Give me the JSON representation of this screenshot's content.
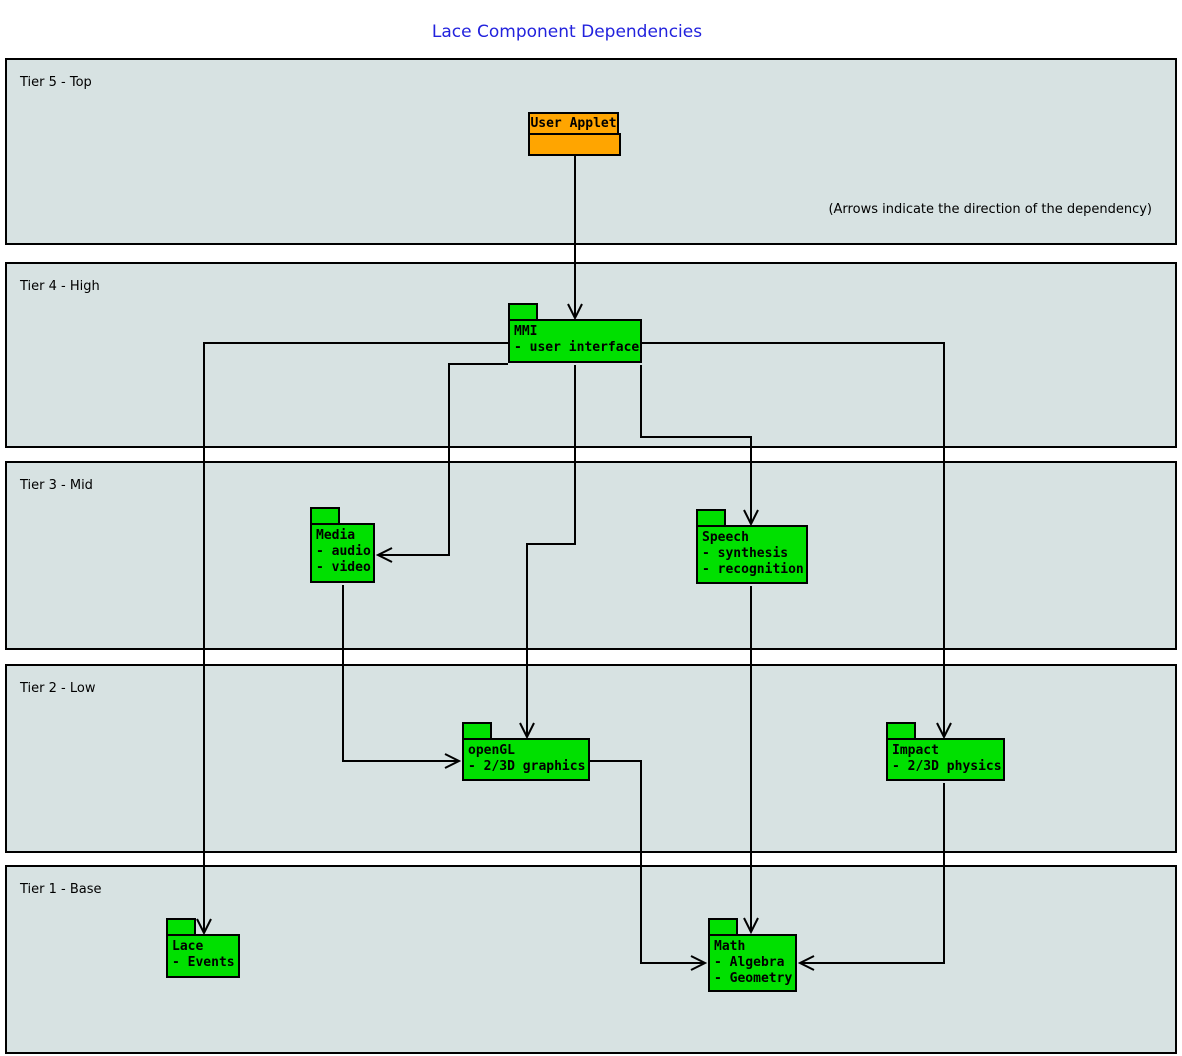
{
  "title": "Lace Component Dependencies",
  "note": "(Arrows indicate the direction of the dependency)",
  "tiers": [
    {
      "label": "Tier 5 - Top"
    },
    {
      "label": "Tier 4 - High"
    },
    {
      "label": "Tier 3 - Mid"
    },
    {
      "label": "Tier 2 - Low"
    },
    {
      "label": "Tier 1 - Base"
    }
  ],
  "components": {
    "user_applet": {
      "name": "User Applet"
    },
    "mmi": {
      "name": "MMI",
      "details": [
        "- user interface"
      ]
    },
    "media": {
      "name": "Media",
      "details": [
        "- audio",
        "- video"
      ]
    },
    "speech": {
      "name": "Speech",
      "details": [
        "- synthesis",
        "- recognition"
      ]
    },
    "opengl": {
      "name": "openGL",
      "details": [
        "- 2/3D graphics"
      ]
    },
    "impact": {
      "name": "Impact",
      "details": [
        "- 2/3D physics"
      ]
    },
    "lace": {
      "name": "Lace",
      "details": [
        "- Events"
      ]
    },
    "math": {
      "name": "Math",
      "details": [
        "- Algebra",
        "- Geometry"
      ]
    }
  },
  "dependencies": [
    {
      "from": "User Applet",
      "to": "MMI"
    },
    {
      "from": "MMI",
      "to": "Lace"
    },
    {
      "from": "MMI",
      "to": "Media"
    },
    {
      "from": "MMI",
      "to": "openGL"
    },
    {
      "from": "MMI",
      "to": "Speech"
    },
    {
      "from": "MMI",
      "to": "Impact"
    },
    {
      "from": "Media",
      "to": "openGL"
    },
    {
      "from": "Speech",
      "to": "Math"
    },
    {
      "from": "openGL",
      "to": "Math"
    },
    {
      "from": "Impact",
      "to": "Math"
    }
  ],
  "colors": {
    "band_fill": "#d7e2e2",
    "component_green": "#00e000",
    "applet_orange": "#ffa500",
    "title_blue": "#2222dd",
    "line": "#000000"
  }
}
